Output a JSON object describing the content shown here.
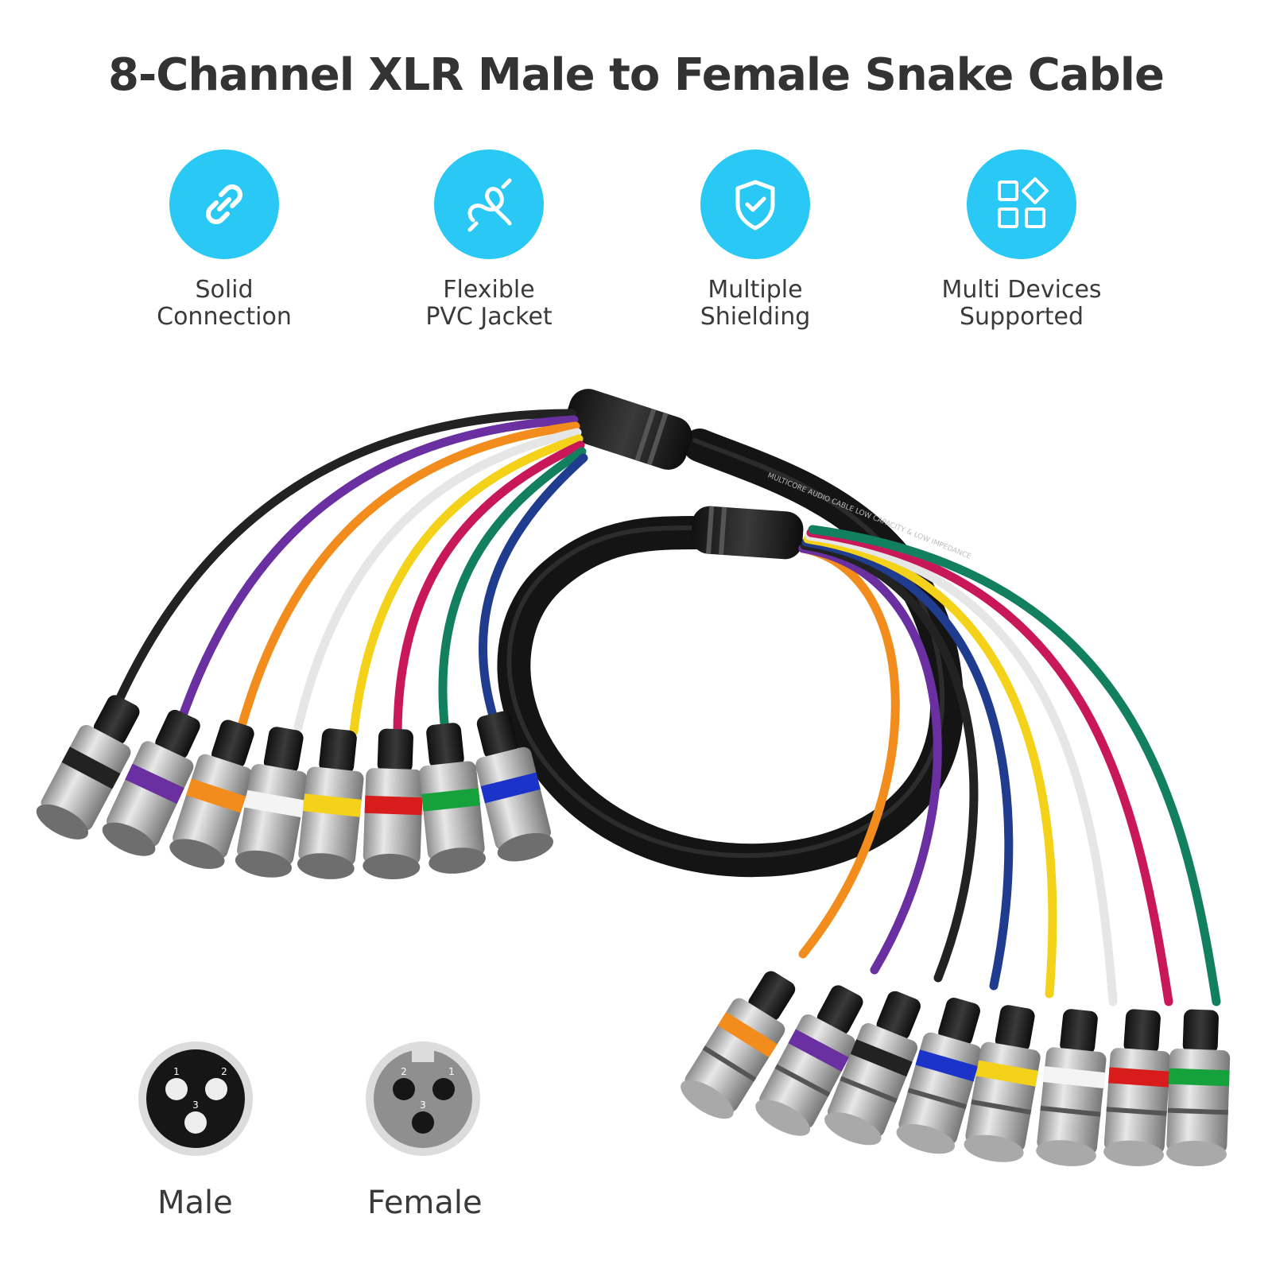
{
  "title": "8-Channel XLR Male to Female Snake Cable",
  "features": [
    {
      "icon": "chain-link-icon",
      "line1": "Solid",
      "line2": "Connection"
    },
    {
      "icon": "knot-icon",
      "line1": "Flexible",
      "line2": "PVC Jacket"
    },
    {
      "icon": "shield-check-icon",
      "line1": "Multiple",
      "line2": "Shielding"
    },
    {
      "icon": "app-grid-icon",
      "line1": "Multi Devices",
      "line2": "Supported"
    }
  ],
  "accent_color": "#29c8f5",
  "channel_colors": [
    "#222222",
    "#6a2fa0",
    "#f28c1c",
    "#f2f2f2",
    "#f5d21a",
    "#c8185a",
    "#12805e",
    "#1f3c8f"
  ],
  "cable_print": "MULTICORE AUDIO CABLE LOW CAPACITY & LOW IMPEDANCE",
  "male_diagram": {
    "label": "Male",
    "pins": [
      "1",
      "2",
      "3"
    ]
  },
  "female_diagram": {
    "label": "Female",
    "pins": [
      "2",
      "1",
      "3"
    ]
  }
}
